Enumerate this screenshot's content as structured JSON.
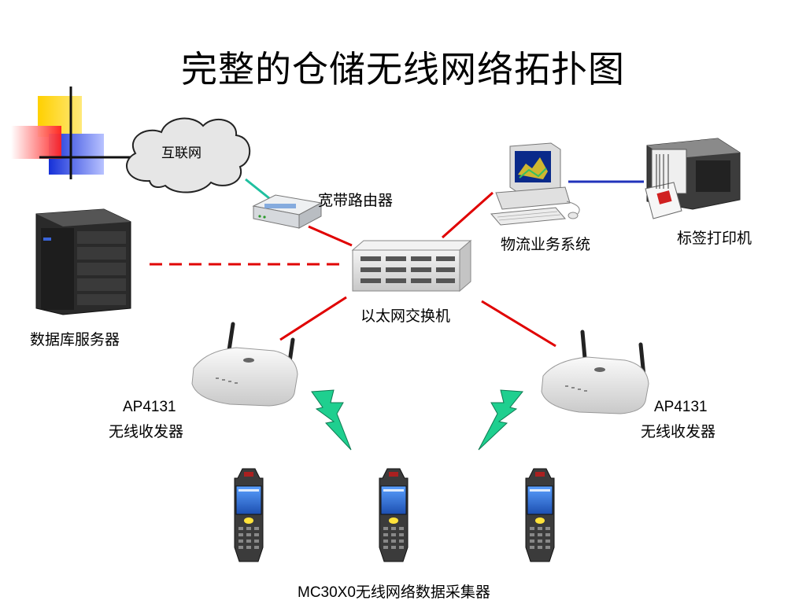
{
  "title": "完整的仓储无线网络拓扑图",
  "colors": {
    "link_red": "#e00000",
    "link_cyan": "#20c0a0",
    "link_blue": "#2233bb",
    "gray_line": "#999999",
    "lightning": "#1fcf8f",
    "deco_yellow": "#ffd400",
    "deco_blue": "#1530d8",
    "deco_red": "#ff2a2a"
  },
  "nodes": {
    "internet": {
      "label": "互联网",
      "icon": "cloud-icon"
    },
    "router": {
      "label": "宽带路由器",
      "icon": "router-icon"
    },
    "logistics_pc": {
      "label": "物流业务系统",
      "icon": "desktop-computer-icon"
    },
    "label_printer": {
      "label": "标签打印机",
      "icon": "label-printer-icon"
    },
    "db_server": {
      "label": "数据库服务器",
      "icon": "server-icon"
    },
    "switch": {
      "label": "以太网交换机",
      "icon": "ethernet-switch-icon"
    },
    "ap_left": {
      "model": "AP4131",
      "label": "无线收发器",
      "icon": "wireless-access-point-icon"
    },
    "ap_right": {
      "model": "AP4131",
      "label": "无线收发器",
      "icon": "wireless-access-point-icon"
    },
    "terminals": {
      "label": "MC30X0无线网络数据采集器",
      "icon": "handheld-terminal-icon",
      "count": 3
    }
  }
}
